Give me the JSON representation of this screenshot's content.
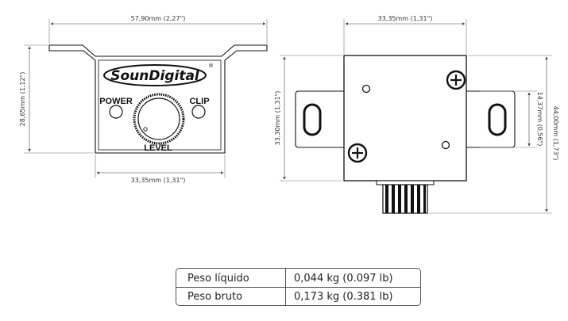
{
  "brand": {
    "logo_text": "SounDigital",
    "registered_mark": "®"
  },
  "front_view": {
    "power_label": "POWER",
    "clip_label": "CLIP",
    "level_label": "LEVEL",
    "dim_width_top": "57,90mm (2,27\")",
    "dim_height_left": "28,65mm (1,12\")",
    "dim_width_bottom": "33,35mm (1,31\")"
  },
  "side_view": {
    "dim_width_top": "33,35mm (1,31\")",
    "dim_height_left": "33,30mm (1,31\")",
    "dim_slot": "14,37mm (0,56\")",
    "dim_total_height": "44,00mm (1,73\")"
  },
  "weights": {
    "net_label": "Peso líquido",
    "net_value": "0,044 kg (0.097 lb)",
    "gross_label": "Peso bruto",
    "gross_value": "0,173 kg (0.381 lb)"
  },
  "colors": {
    "line": "#111111",
    "dim_line": "#444444",
    "background": "#ffffff"
  }
}
